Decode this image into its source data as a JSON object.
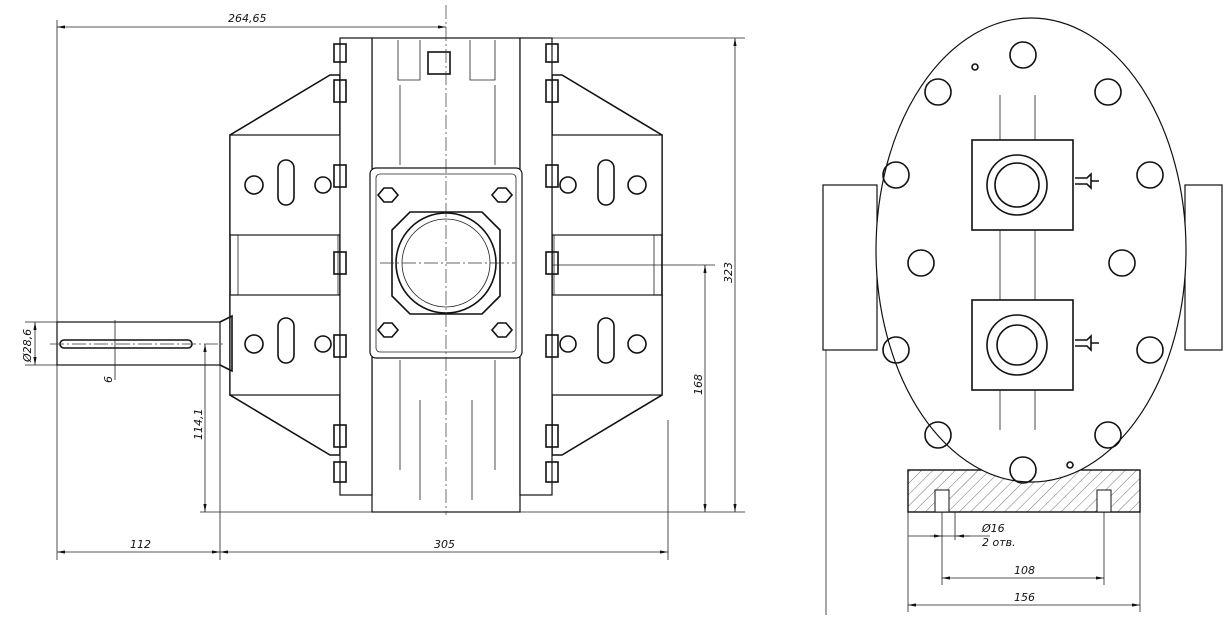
{
  "drawing": {
    "front_view": {
      "dimensions": {
        "overall_to_axis": "264,65",
        "height_total": "323",
        "axis_height": "168",
        "shaft_axis_height": "114,1",
        "shaft_length": "112",
        "body_width": "305",
        "shaft_diameter": "Ø28,6",
        "key_width": "6"
      }
    },
    "side_view": {
      "dimensions": {
        "hole_diameter": "Ø16",
        "hole_count": "2 отв.",
        "hole_spacing": "108",
        "base_width": "156"
      }
    }
  }
}
